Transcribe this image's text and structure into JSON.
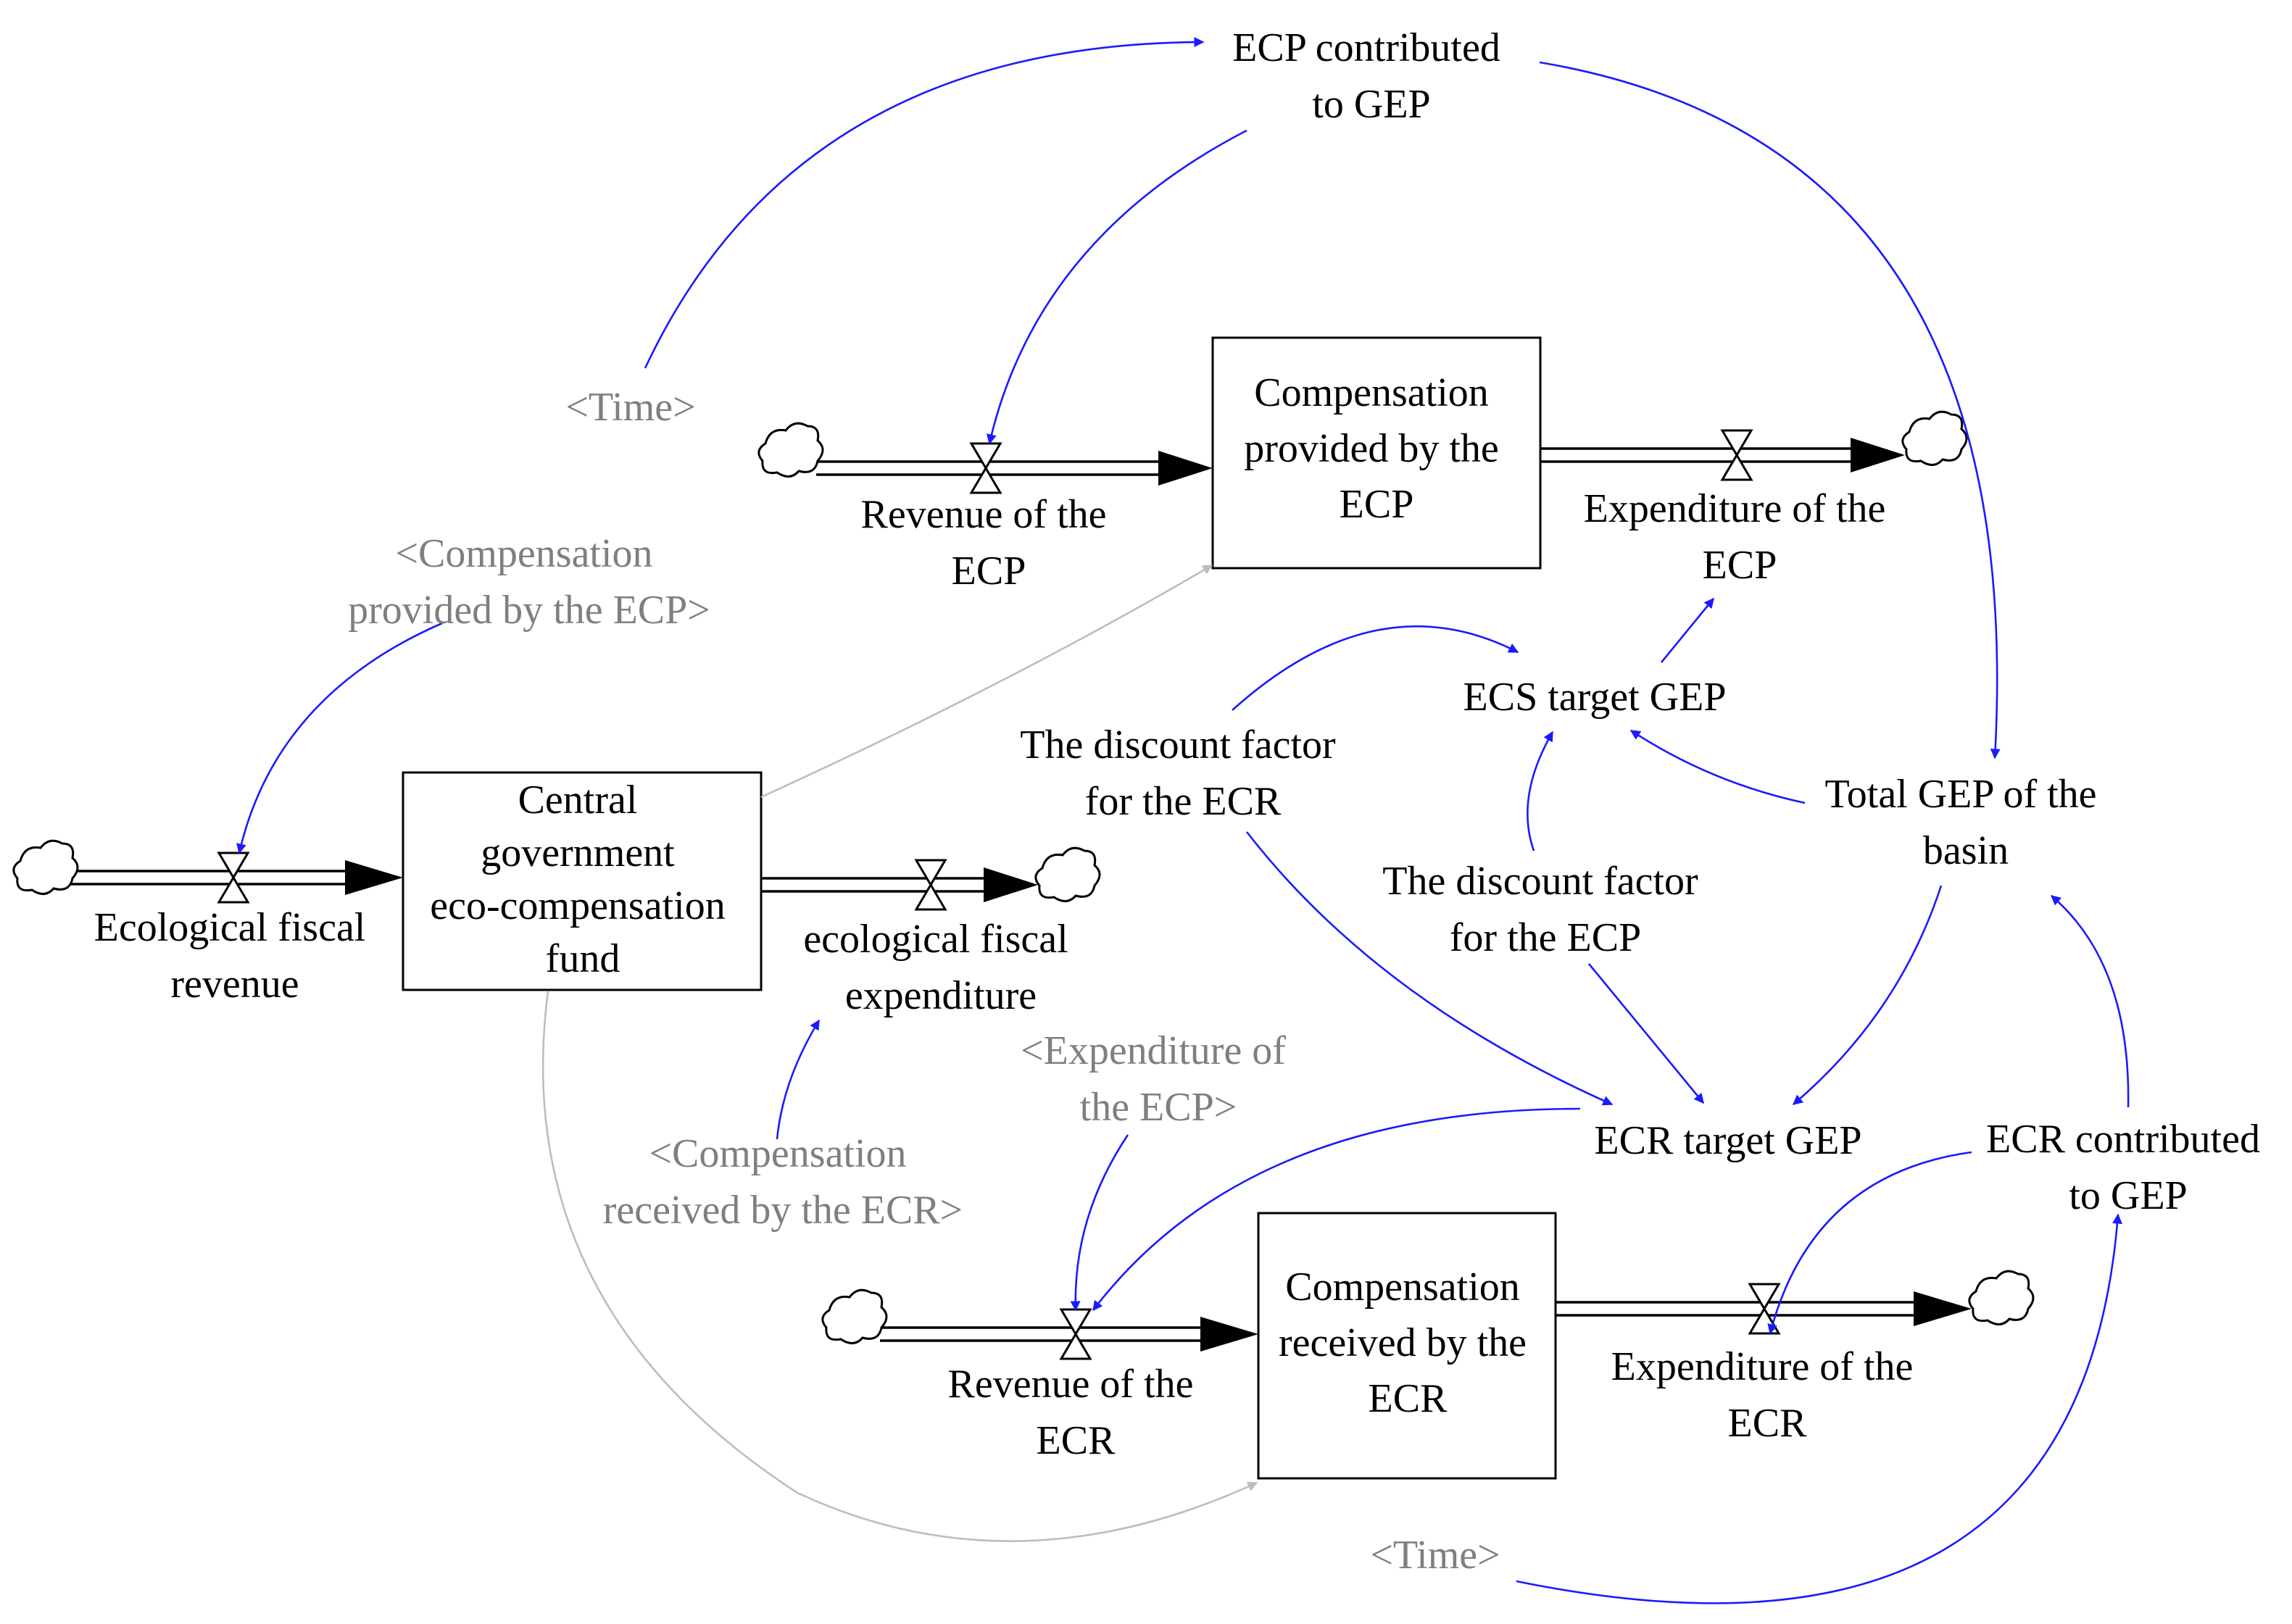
{
  "colors": {
    "link": "#1a1aff",
    "shadow_link": "#bdbdbd",
    "shadow_text": "#7f7f7f",
    "stock_border": "#000000"
  },
  "stocks": {
    "ecp": [
      "Compensation",
      "provided by the",
      "ECP"
    ],
    "central": [
      "Central",
      "government",
      "eco-compensation",
      "fund"
    ],
    "ecr": [
      "Compensation",
      "received by the",
      "ECR"
    ]
  },
  "flows": {
    "revenue_ecp": [
      "Revenue of the",
      "ECP"
    ],
    "expenditure_ecp": [
      "Expenditure of the",
      "ECP"
    ],
    "eco_revenue": [
      "Ecological fiscal",
      "revenue"
    ],
    "eco_expenditure": [
      "ecological  fiscal",
      "expenditure"
    ],
    "revenue_ecr": [
      "Revenue of the",
      "ECR"
    ],
    "expenditure_ecr": [
      "Expenditure of the",
      "ECR"
    ]
  },
  "variables": {
    "ecp_contributed": [
      "ECP contributed",
      "to GEP"
    ],
    "ecs_target": "ECS target GEP",
    "discount_ecr": [
      "The discount factor",
      "for the ECR"
    ],
    "discount_ecp": [
      "The discount factor",
      "for the ECP"
    ],
    "total_gep": [
      "Total GEP of the",
      "basin"
    ],
    "ecr_target": "ECR target GEP",
    "ecr_contributed": [
      "ECR contributed",
      "to GEP"
    ]
  },
  "shadows": {
    "time_top": "<Time>",
    "comp_provided": [
      "<Compensation",
      "provided by the ECP>"
    ],
    "expenditure_ecp": [
      "<Expenditure of",
      "the ECP>"
    ],
    "comp_received": [
      "<Compensation",
      "received by the ECR>"
    ],
    "time_bottom": "<Time>"
  }
}
